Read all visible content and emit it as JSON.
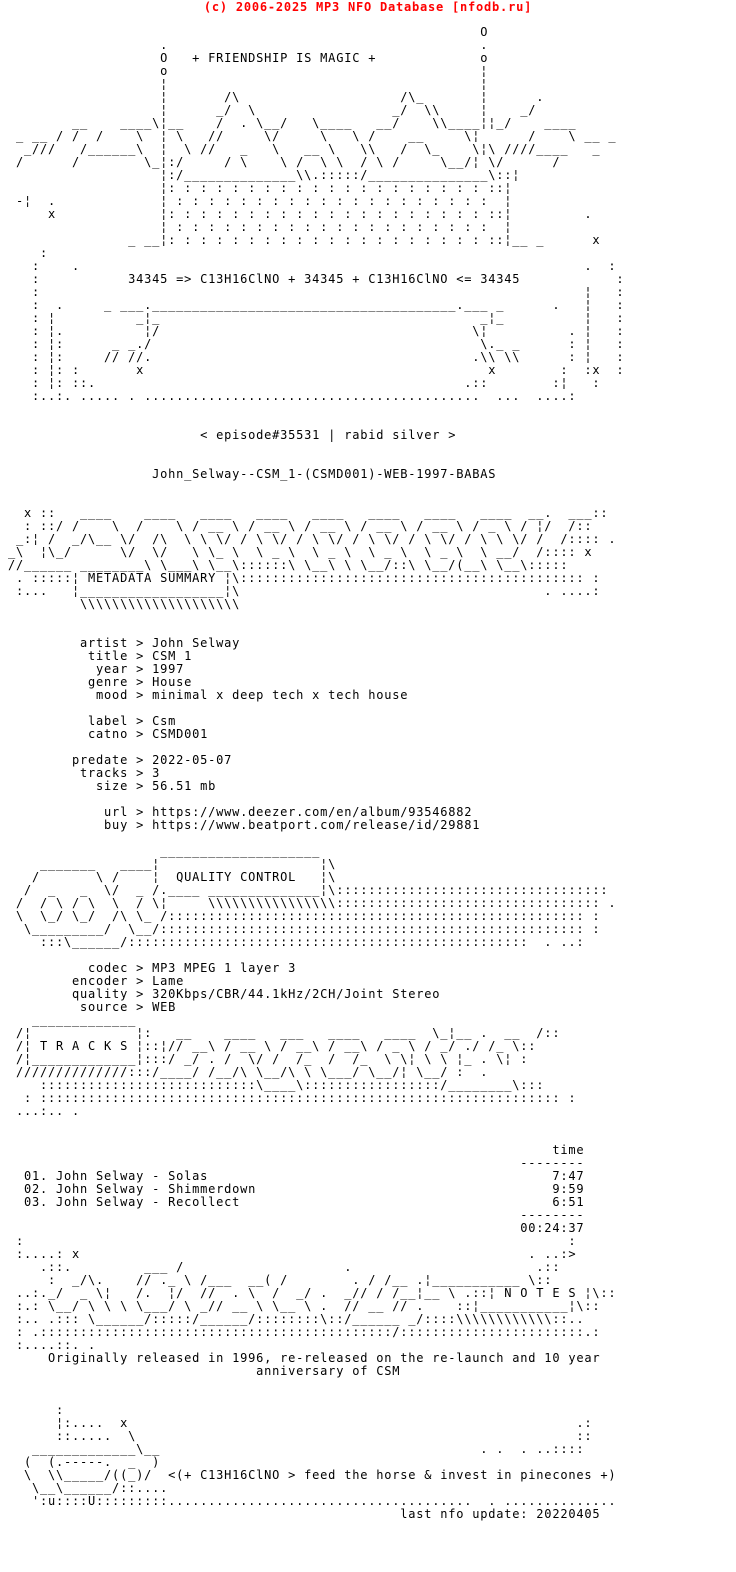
{
  "page": {
    "background": "#ffffff",
    "text_color": "#000000"
  },
  "header": {
    "copyright": "(c) 2006-2025 MP3 NFO Database [nfodb.ru]",
    "color": "#ff0000"
  },
  "slogans": {
    "friendship": "+ FRIENDSHIP IS MAGIC +",
    "chem_line": "34345 => C13H16ClNO + 34345 + C13H16ClNO <= 34345",
    "episode": "< episode#35531 | rabid silver >",
    "release_name": "John_Selway--CSM_1-(CSMD001)-WEB-1997-BABAS",
    "horse_line": "<(+ C13H16ClNO > feed the horse & invest in pinecones +)",
    "last_update": "last nfo update: 20220405"
  },
  "banners": [
    "METADATA SUMMARY",
    "QUALITY CONTROL",
    "T R A C K S",
    "N O T E S"
  ],
  "metadata": {
    "artist": "John Selway",
    "title": "CSM 1",
    "year": "1997",
    "genre": "House",
    "mood": "minimal x deep tech x tech house",
    "label": "Csm",
    "catno": "CSMD001",
    "predate": "2022-05-07",
    "tracks": "3",
    "size": "56.51 mb",
    "url": "https://www.deezer.com/en/album/93546882",
    "buy": "https://www.beatport.com/release/id/29881"
  },
  "quality": {
    "codec": "MP3 MPEG 1 layer 3",
    "encoder": "Lame",
    "quality": "320Kbps/CBR/44.1kHz/2CH/Joint Stereo",
    "source": "WEB"
  },
  "tracklist": {
    "time_header": "time",
    "rows": [
      {
        "num": "01",
        "artist": "John Selway",
        "title": "Solas",
        "time": "7:47"
      },
      {
        "num": "02",
        "artist": "John Selway",
        "title": "Shimmerdown",
        "time": "9:59"
      },
      {
        "num": "03",
        "artist": "John Selway",
        "title": "Recollect",
        "time": "6:51"
      }
    ],
    "total_time": "00:24:37"
  },
  "notes": "Originally released in 1996, re-released on the re-launch and 10 year anniversary of CSM",
  "nfo_lines": [
    "",
    "",
    "                                                           O",
    "                   .                                       .",
    "                   O   + FRIENDSHIP IS MAGIC +             o",
    "                   o                                       ¦",
    "                   ¦                                       ¦",
    "                   ¦       /\\                    /\\_       ¦      .",
    "                   ¦      _/  \\                 _/  \\\\     ¦    _/",
    "        __    ____\\¦__    /  . \\__/   \\____   __/    \\\\____¦¦_/    ____",
    " _ __ / /  /    \\  ¦ \\   //     \\/     \\   \\ /    __     \\¦      /    \\ __ _",
    "  _///   /______\\  ¦  \\ //   _   \\   __ \\   \\\\   /  \\_    \\¦\\ ////____   _",
    " /      /        \\_¦:/     / \\    \\ /  \\ \\  / \\ /     \\__/¦ \\/      /",
    "                   ¦:/______________\\\\.:::::/_______________\\::¦",
    "                   ¦: : : : : : : : : : : : : : : : : : : : ::¦",
    " -¦  .             ¦ : : : : : : : : : : : : : : : : : : : :  ¦",
    "     x             ¦: : : : : : : : : : : : : : : : : : : : ::¦         .",
    "                   ¦ : : : : : : : : : : : : : : : : : : : :  ¦",
    "               _ __¦: : : : : : : : : : : : : : : : : : : : ::¦__ _      x",
    "    :",
    "   :    .                                                               .  :",
    "   :           34345 => C13H16ClNO + 34345 + C13H16ClNO <= 34345            :",
    "   :                                                                    ¦   :",
    "   :  .     _ ___.______________________________________.___ _      .   ¦   :",
    "   : ¦          _¦_                                        _¦_          ¦   :",
    "   : ¦.          ¦/                                       \\¦          . ¦   :",
    "   : ¦:      _ _./                                         \\._ _      : ¦   :",
    "   : ¦:     // //.                                        .\\\\ \\\\      : ¦   :",
    "   : ¦: :       x                                           x        :  :x  :",
    "   : ¦: ::.                                              .::        :¦   :",
    "   :..:. ..... . ..........................................  ...  ....:",
    "",
    "",
    "                        < episode#35531 | rabid silver >",
    "",
    "",
    "                  John_Selway--CSM_1-(CSMD001)-WEB-1997-BABAS",
    "",
    "",
    "  x ::   ____    ____   ____   ____   ____   ____   ____   ____  __.  ___::",
    "  : ::/ /    \\  /    \\ / __ \\ / __ \\ / __ \\ / __ \\ / __ \\ / _ \\ / ¦/  /::",
    " _:¦ /  _/\\__ \\/  /\\  \\ \\ \\/ / \\ \\/ / \\ \\/ / \\ \\/ / \\ \\/ / \\ \\ \\/ /  /:::: .",
    "_\\  ¦\\_/      \\/  \\/   \\ \\_ \\  \\ _ \\  \\ _ \\  \\ _ \\  \\ _ \\  \\ __/  /:::: x",
    "//______ ________\\ \\___\\ \\__\\::::::\\ \\__\\ \\ \\__/::\\ \\__/(__\\ \\__\\:::::",
    " . :::::¦ METADATA SUMMARY ¦\\::::::::::::::::::::::::::::::::::::::::::: :",
    " :...   ¦__________________¦\\                                      . ....:",
    "         \\\\\\\\\\\\\\\\\\\\\\\\\\\\\\\\\\\\\\\\",
    "",
    "",
    "         artist > John Selway",
    "          title > CSM 1",
    "           year > 1997",
    "          genre > House",
    "           mood > minimal x deep tech x tech house",
    "",
    "          label > Csm",
    "          catno > CSMD001",
    "",
    "        predate > 2022-05-07",
    "         tracks > 3",
    "           size > 56.51 mb",
    "",
    "            url > https://www.deezer.com/en/album/93546882",
    "            buy > https://www.beatport.com/release/id/29881",
    "",
    "                   ____________________",
    "    _______   ____¦                    ¦\\",
    "   /       \\ /    ¦  QUALITY CONTROL   ¦\\",
    "  /  _   _  \\/  _ /.____ ______________¦\\::::::::::::::::::::::::::::::::::",
    " /  / \\ / \\  \\  / \\¦     \\\\\\\\\\\\\\\\\\\\\\\\\\\\\\\\::::::::::::::::::::::::::::::::: .",
    " \\  \\_/ \\_/  /\\ \\_ /:::::::::::::::::::::::::::::::::::::::::::::::::::: :",
    "  \\_________/  \\__/::::::::::::::::::::::::::::::::::::::::::::::::::::: :",
    "    :::\\______/::::::::::::::::::::::::::::::::::::::::::::::::::  . ..:",
    "",
    "          codec > MP3 MPEG 1 layer 3",
    "        encoder > Lame",
    "        quality > 320Kbps/CBR/44.1kHz/2CH/Joint Stereo",
    "         source > WEB",
    "   _____________",
    " /¦             ¦:   __    ____   ___   ____   ____  \\_¦__ .  __  /::",
    " /¦ T R A C K S ¦::¦// __\\ / __ \\ / __\\ / __\\ / _ \\ / _/ ./ /_ \\::",
    " /¦_____________¦:::/ _/ . /  \\/ /  /_  /  /_  \\ \\¦ \\ \\ ¦_ . \\¦ :",
    " //////////////:::/____/ /__/\\ \\__/\\ \\ \\___/ \\__/¦ \\__/ :  .",
    "    :::::::::::::::::::::::::::\\____\\:::::::::::::::::/________\\:::",
    "  : ::::::::::::::::::::::::::::::::::::::::::::::::::::::::::::::::: :",
    " ...:.. .",
    "",
    "",
    "                                                                    time",
    "                                                                --------",
    "  01. John Selway - Solas                                           7:47",
    "  02. John Selway - Shimmerdown                                     9:59",
    "  03. John Selway - Recollect                                       6:51",
    "                                                                --------",
    "                                                                00:24:37",
    " :                                                                    :",
    " :....: x                                                        . ..:>",
    "    .::.         ___ /                    .                       .::",
    "     :  _/\\.    // ._ \\ /___  __( /        . / /__ .¦___________ \\::",
    " ..:._/  _ \\¦   /.  ¦/  //  . \\  /  _/ .  _// / /__¦__ \\ .::¦ N O T E S ¦\\::",
    " :.: \\__/ \\ \\ \\ \\___/ \\ _// __ \\ \\__ \\ .  // __ // .    ::¦___________¦\\::",
    " :.. .::: \\______/:::::/______/::::::::\\::/______ _/::::\\\\\\\\\\\\\\\\\\\\\\\\::..",
    " : .::::::::::::::::::::::::::::::::::::::::::::/:::::::::::::::::::::::.:",
    " :....::. .",
    "     Originally released in 1996, re-released on the re-launch and 10 year",
    "                               anniversary of CSM",
    "",
    "",
    "      :",
    "      ¦:....  x                                                        .:",
    "      ::.....  \\                                                       ::",
    "   _____________\\__                                        . .  . ..::::",
    "  (  (.-----.  _  )",
    "  \\  \\\\_____/((_)/  <(+ C13H16ClNO > feed the horse & invest in pinecones +)",
    "   \\__\\______/::....",
    "   ':u::::U:::::::::......................................  . ..............",
    "                                                 last nfo update: 20220405",
    "",
    "",
    "",
    ""
  ]
}
